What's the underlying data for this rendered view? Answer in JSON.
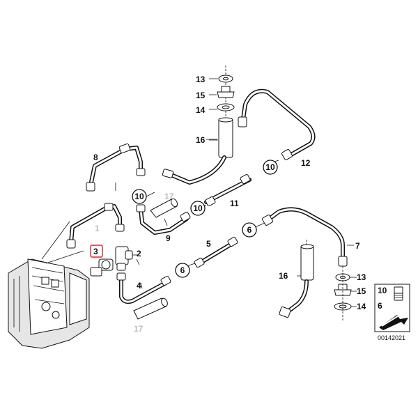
{
  "diagram": {
    "callouts": {
      "p13_top": "13",
      "p15_top": "15",
      "p14_top": "14",
      "p16_top": "16",
      "p12": "12",
      "p10_a": "10",
      "p8": "8",
      "p10_b": "10",
      "p17_top": "17",
      "p10_c": "10",
      "p11": "11",
      "p1": "1",
      "p3": "3",
      "p2": "2",
      "p9": "9",
      "p6_a": "6",
      "p5": "5",
      "p6_b": "6",
      "p7": "7",
      "p4": "4",
      "p17_bottom": "17",
      "p16_bottom": "16",
      "p13_bottom": "13",
      "p15_bottom": "15",
      "p14_bottom": "14"
    },
    "legend": {
      "label_10": "10",
      "label_6": "6"
    },
    "diagram_number": "00142021"
  }
}
